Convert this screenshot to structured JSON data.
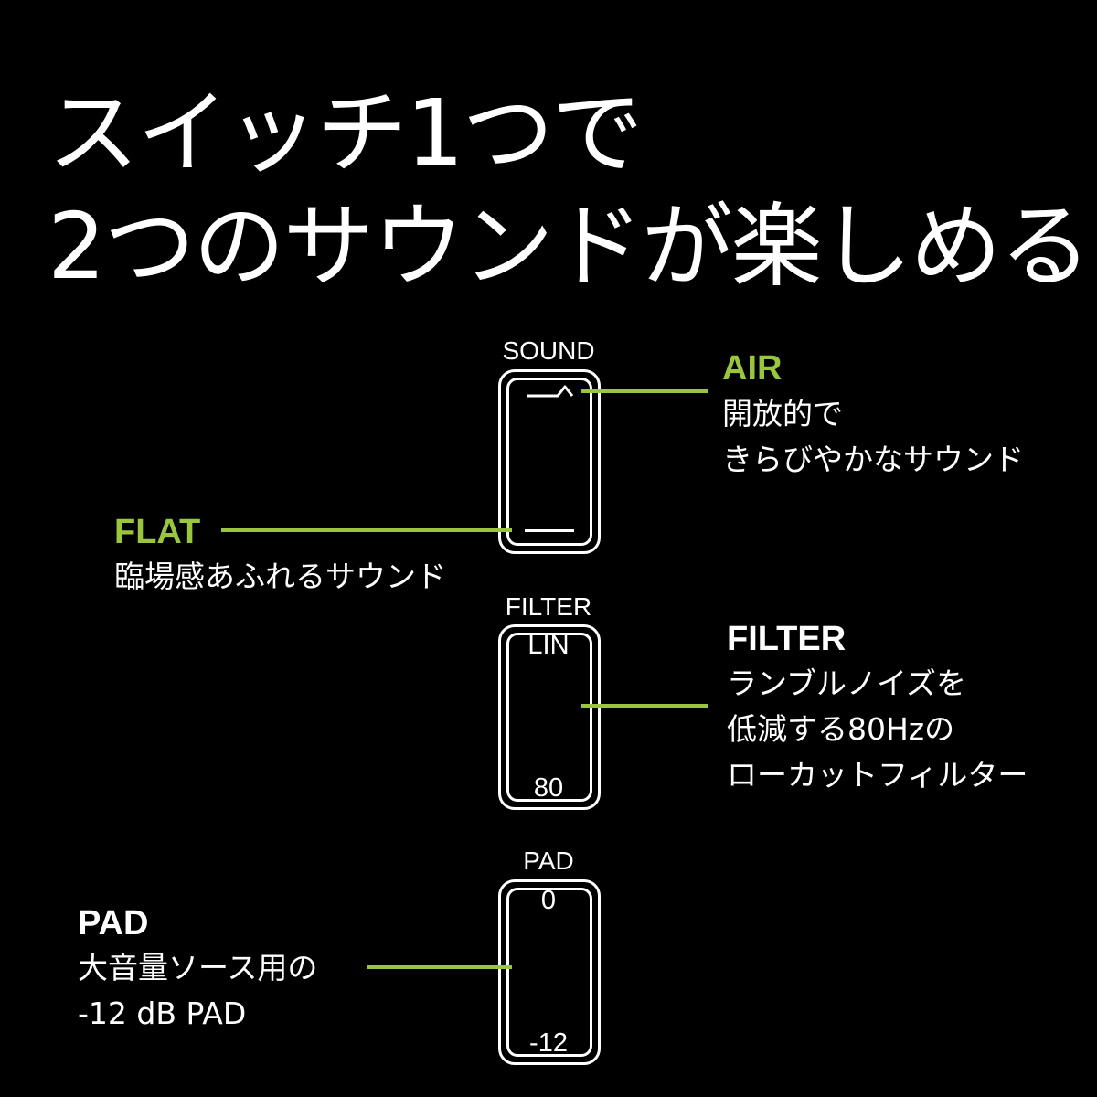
{
  "title": {
    "line1": "スイッチ1つで",
    "line2": "2つのサウンドが楽しめる"
  },
  "colors": {
    "accent": "#99c63c",
    "background": "#000000",
    "text": "#ffffff"
  },
  "switches": {
    "sound": {
      "label": "SOUND"
    },
    "filter": {
      "label": "FILTER",
      "top": "LIN",
      "bottom": "80"
    },
    "pad": {
      "label": "PAD",
      "top": "0",
      "bottom": "-12"
    }
  },
  "callouts": {
    "air": {
      "heading": "AIR",
      "lines": [
        "開放的で",
        "きらびやかなサウンド"
      ]
    },
    "flat": {
      "heading": "FLAT",
      "lines": [
        "臨場感あふれるサウンド"
      ]
    },
    "filter": {
      "heading": "FILTER",
      "lines": [
        "ランブルノイズを",
        "低減する80Hzの",
        "ローカットフィルター"
      ]
    },
    "pad": {
      "heading": "PAD",
      "lines": [
        "大音量ソース用の",
        "-12 dB PAD"
      ]
    }
  }
}
